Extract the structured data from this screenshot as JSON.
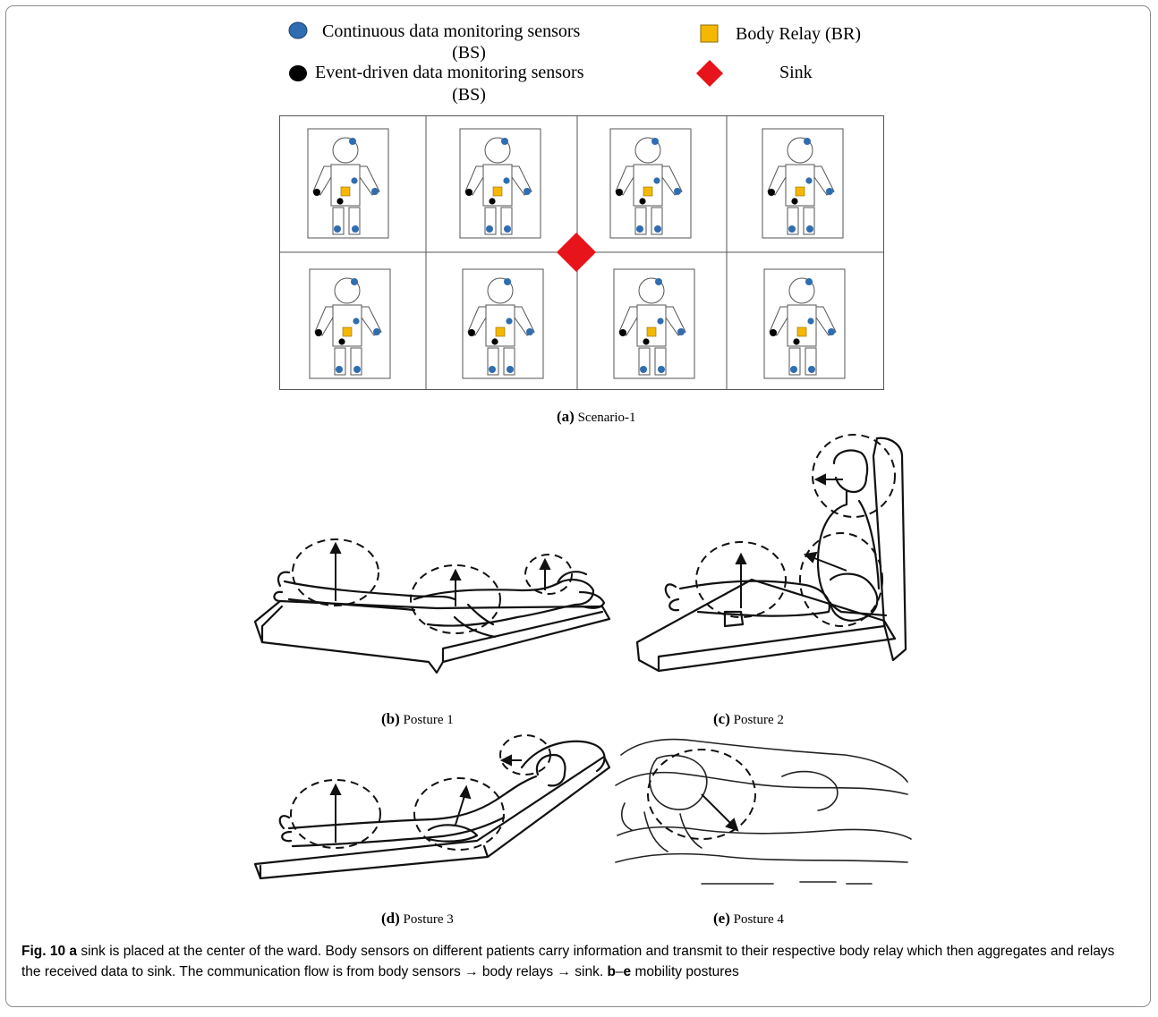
{
  "legend": {
    "continuous": {
      "label": "Continuous data monitoring sensors",
      "sub": "(BS)",
      "color": "#2f6db0"
    },
    "event": {
      "label": "Event-driven data monitoring sensors",
      "sub": "(BS)",
      "color": "#000000"
    },
    "relay": {
      "label": "Body Relay (BR)",
      "color": "#f5b800"
    },
    "sink": {
      "label": "Sink",
      "color": "#e8141b"
    }
  },
  "panels": {
    "a": {
      "letter": "(a)",
      "label": "Scenario-1"
    },
    "b": {
      "letter": "(b)",
      "label": "Posture 1"
    },
    "c": {
      "letter": "(c)",
      "label": "Posture 2"
    },
    "d": {
      "letter": "(d)",
      "label": "Posture 3"
    },
    "e": {
      "letter": "(e)",
      "label": "Posture 4"
    }
  },
  "caption": {
    "fig_label": "Fig. 10",
    "a_letter": "a",
    "a_text": " sink is placed at the center of the ward. Body sensors on different patients carry information and transmit to their respective body relay which then aggregates and relays the received data to sink. The communication flow is from body sensors → body relays → sink. ",
    "be_b": "b",
    "be_dash": "–",
    "be_e": "e",
    "be_text": " mobility postures"
  }
}
